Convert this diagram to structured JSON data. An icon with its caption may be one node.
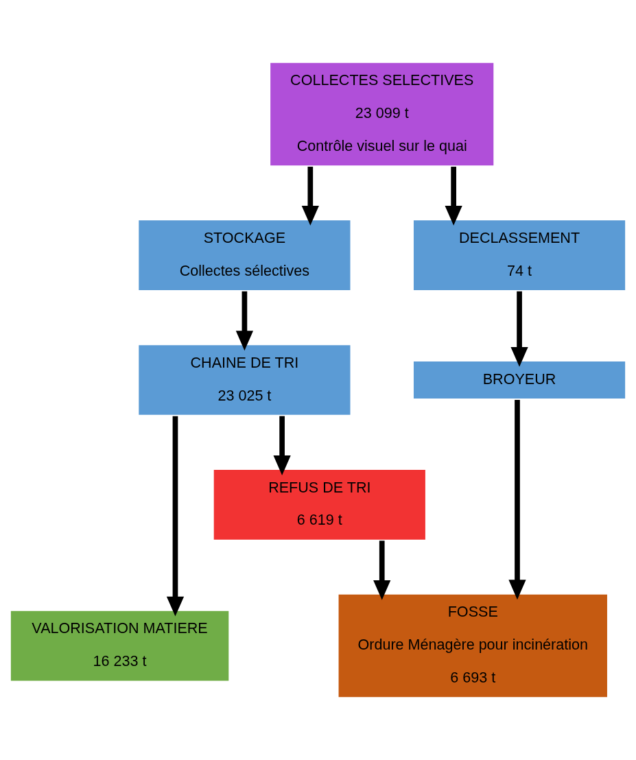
{
  "diagram": {
    "nodes": [
      {
        "text": [
          "COLLECTES SELECTIVES",
          "23 099 t",
          "Contrôle visuel sur le quai"
        ]
      },
      {
        "text": [
          "STOCKAGE",
          "Collectes sélectives"
        ]
      },
      {
        "text": [
          "DECLASSEMENT",
          "74 t"
        ]
      },
      {
        "text": [
          "CHAINE DE TRI",
          "23 025 t"
        ]
      },
      {
        "text": [
          "BROYEUR"
        ]
      },
      {
        "text": [
          "REFUS DE TRI",
          "6 619 t"
        ]
      },
      {
        "text": [
          "VALORISATION MATIERE",
          "16 233 t"
        ]
      },
      {
        "text": [
          "FOSSE",
          "Ordure Ménagère pour incinération",
          "6 693 t"
        ]
      }
    ],
    "edges": [
      {
        "from": 0,
        "to": 1,
        "arrow": "to"
      },
      {
        "from": 0,
        "to": 2,
        "arrow": "to"
      },
      {
        "from": 1,
        "to": 3,
        "arrow": "to"
      },
      {
        "from": 2,
        "to": 4,
        "arrow": "to"
      },
      {
        "from": 3,
        "to": 6,
        "arrow": "to"
      },
      {
        "from": 3,
        "to": 5,
        "arrow": "to"
      },
      {
        "from": 5,
        "to": 7,
        "arrow": "to"
      },
      {
        "from": 4,
        "to": 7,
        "arrow": "to"
      }
    ]
  }
}
